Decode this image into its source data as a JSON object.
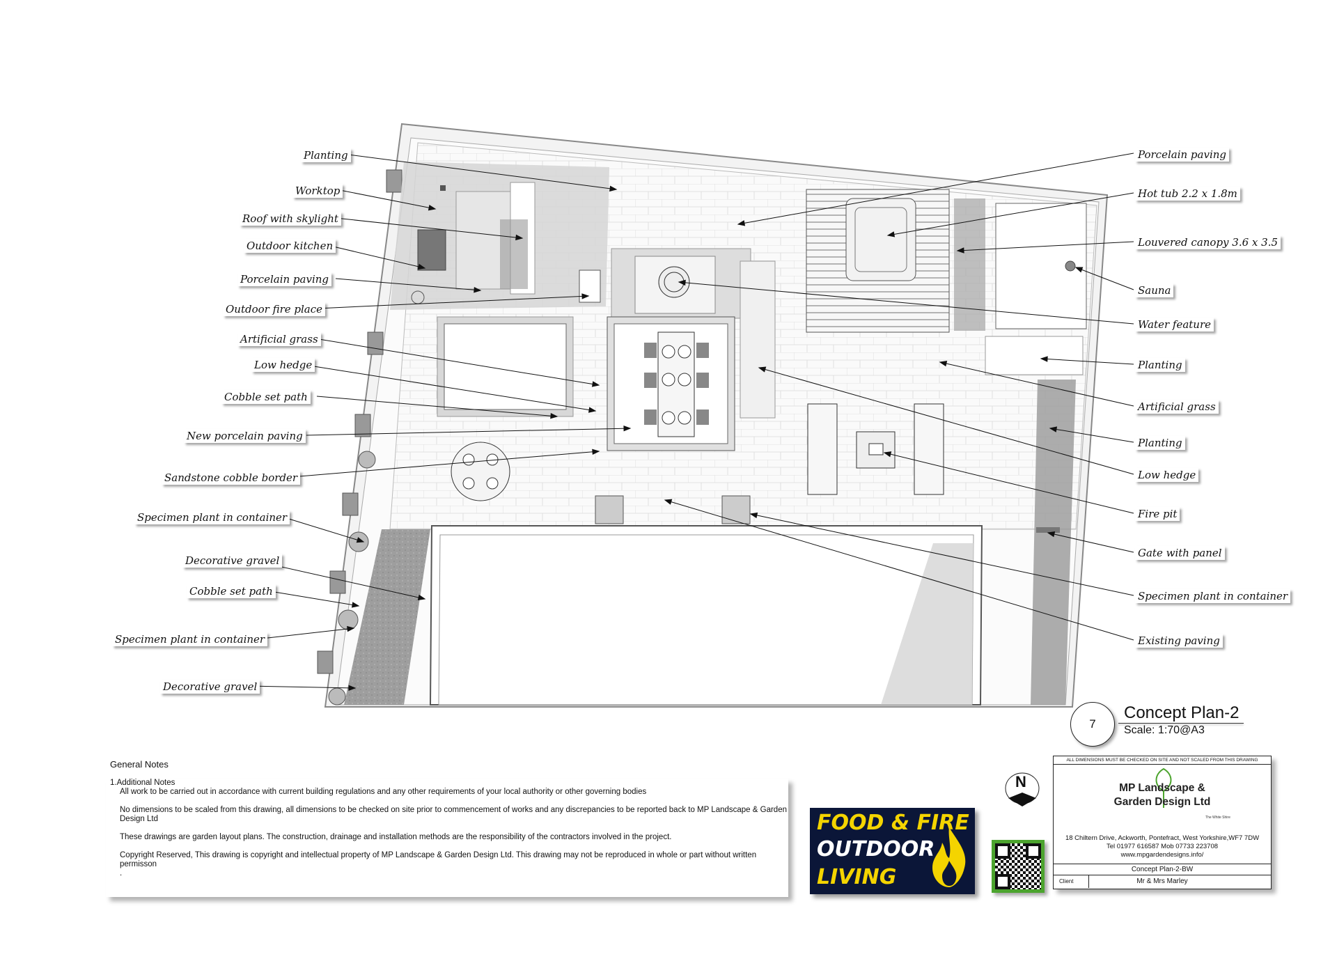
{
  "labels_left": [
    {
      "id": "planting",
      "text": "Planting"
    },
    {
      "id": "worktop",
      "text": "Worktop"
    },
    {
      "id": "roof-skylight",
      "text": "Roof with skylight"
    },
    {
      "id": "outdoor-kitchen",
      "text": "Outdoor kitchen"
    },
    {
      "id": "porcelain-paving",
      "text": "Porcelain paving"
    },
    {
      "id": "outdoor-fire-place",
      "text": "Outdoor fire place"
    },
    {
      "id": "artificial-grass",
      "text": "Artificial grass"
    },
    {
      "id": "low-hedge",
      "text": "Low hedge"
    },
    {
      "id": "cobble-set-path",
      "text": "Cobble set path"
    },
    {
      "id": "new-porcelain-paving",
      "text": "New porcelain paving"
    },
    {
      "id": "sandstone-cobble-border",
      "text": "Sandstone cobble border"
    },
    {
      "id": "specimen-plant-1",
      "text": "Specimen plant in container"
    },
    {
      "id": "decorative-gravel-1",
      "text": "Decorative gravel"
    },
    {
      "id": "cobble-set-path-2",
      "text": "Cobble set path"
    },
    {
      "id": "specimen-plant-2",
      "text": "Specimen plant in container"
    },
    {
      "id": "decorative-gravel-2",
      "text": "Decorative gravel"
    }
  ],
  "labels_right": [
    {
      "id": "porcelain-paving-r",
      "text": "Porcelain paving"
    },
    {
      "id": "hot-tub",
      "text": "Hot tub 2.2 x 1.8m"
    },
    {
      "id": "louvered-canopy",
      "text": "Louvered canopy 3.6 x 3.5"
    },
    {
      "id": "sauna",
      "text": "Sauna"
    },
    {
      "id": "water-feature",
      "text": "Water feature"
    },
    {
      "id": "planting-r1",
      "text": "Planting"
    },
    {
      "id": "artificial-grass-r",
      "text": "Artificial grass"
    },
    {
      "id": "planting-r2",
      "text": "Planting"
    },
    {
      "id": "low-hedge-r",
      "text": "Low hedge"
    },
    {
      "id": "fire-pit",
      "text": "Fire pit"
    },
    {
      "id": "gate-with-panel",
      "text": "Gate with panel"
    },
    {
      "id": "specimen-plant-r",
      "text": "Specimen plant in container"
    },
    {
      "id": "existing-paving",
      "text": "Existing paving"
    }
  ],
  "notes": {
    "title": "General Notes",
    "heading": "1.Additional Notes",
    "lines": [
      "All work to be carried out in accordance with current building regulations and any other requirements of your local authority or other governing bodies",
      "No dimensions to be scaled from this drawing, all dimensions to be checked on site prior to commencement of works and any discrepancies to be reported back to MP Landscape & Garden Design Ltd",
      "These drawings are garden layout plans. The construction, drainage and installation methods are the responsibility of the contractors involved in the project.",
      "Copyright Reserved, This drawing is copyright and intellectual property of MP Landscape & Garden Design Ltd. This drawing may not be reproduced in whole or part without written permisson",
      "."
    ]
  },
  "logo": {
    "line1": "FOOD & FIRE",
    "line2": "OUTDOOR",
    "line3": "LIVING",
    "bg": "#0b1638",
    "accent": "#f4d400"
  },
  "north": {
    "letter": "N"
  },
  "sheet": {
    "number": "7",
    "title": "Concept Plan-2",
    "scale": "Scale: 1:70@A3"
  },
  "title_block": {
    "warning": "ALL DIMENSIONS MUST BE CHECKED ON SITE AND NOT SCALED FROM THIS DRAWING",
    "company_line1": "MP Landscape &",
    "company_line2": "Garden Design Ltd",
    "company_sub": "The White Shire",
    "address": "18 Chiltern Drive, Ackworth, Pontefract, West Yorkshire,WF7 7DW",
    "phone": "Tel 01977 616587  Mob 07733 223708",
    "web": "www.mpgardendesigns.info/",
    "drawing": "Concept Plan-2-BW",
    "client_label": "Client",
    "client": "Mr & Mrs Marley"
  }
}
